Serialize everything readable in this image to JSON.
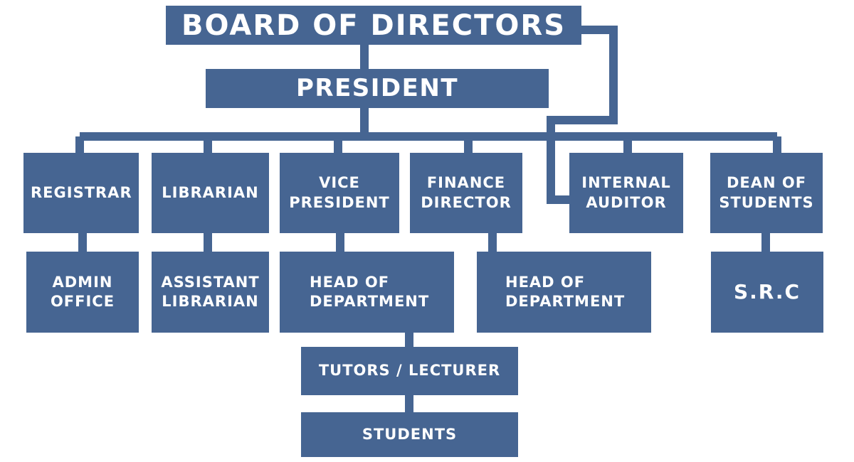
{
  "diagram": {
    "board": "BOARD OF DIRECTORS",
    "president": "PRESIDENT",
    "registrar": "REGISTRAR",
    "librarian": "LIBRARIAN",
    "vice_president": "VICE\nPRESIDENT",
    "finance_director": "FINANCE\nDIRECTOR",
    "internal_auditor": "INTERNAL\nAUDITOR",
    "dean_of_students": "DEAN OF\nSTUDENTS",
    "admin_office": "ADMIN\nOFFICE",
    "assistant_librarian": "ASSISTANT\nLIBRARIAN",
    "head_of_department_vp": "HEAD OF\nDEPARTMENT",
    "head_of_department_fd": "HEAD OF\nDEPARTMENT",
    "src": "S.R.C",
    "tutors_lecturer": "TUTORS / LECTURER",
    "students": "STUDENTS"
  },
  "colors": {
    "node": "#466592",
    "line": "#466592",
    "text": "#ffffff"
  }
}
